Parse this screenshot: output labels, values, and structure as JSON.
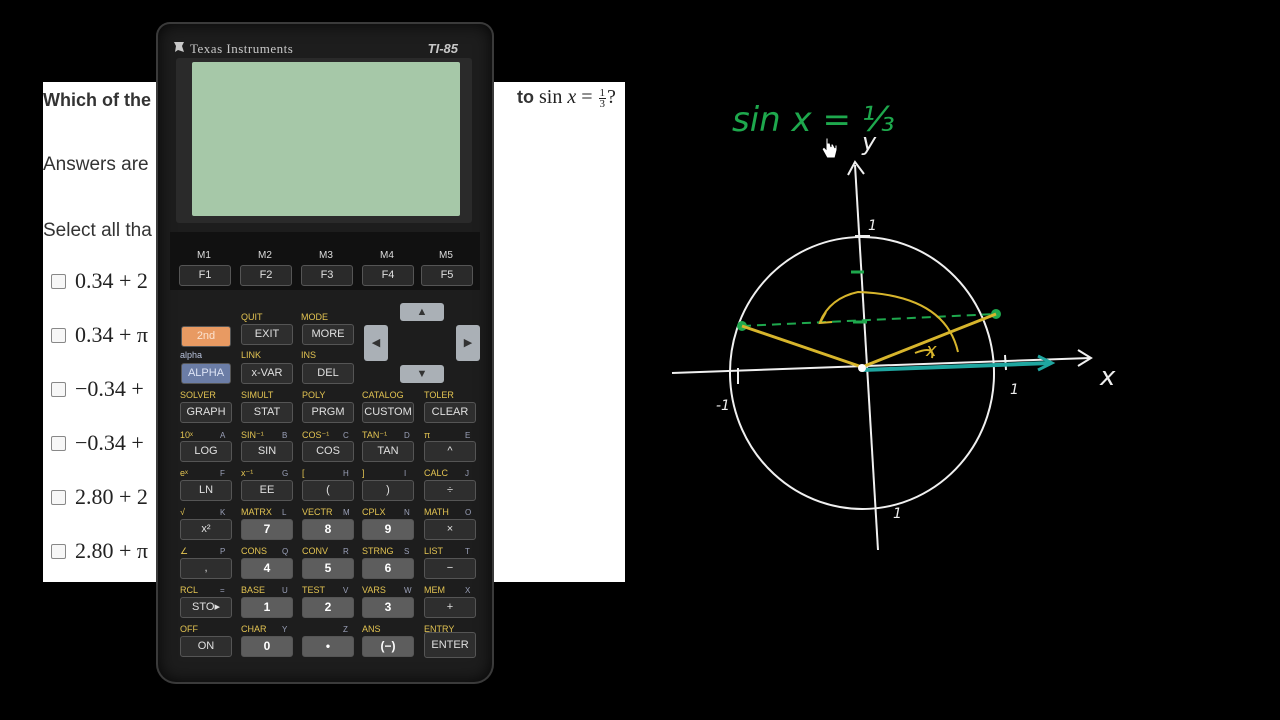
{
  "question": {
    "stem_visible_left": "Which of the",
    "stem_visible_right": "to",
    "equation": {
      "fn": "sin",
      "var": "x",
      "eq": "=",
      "num": "1",
      "den": "3",
      "end": "?"
    },
    "note_answers": "Answers are",
    "note_select": "Select all tha",
    "choices": [
      {
        "value": "0.34 + 2"
      },
      {
        "value": "0.34 + π"
      },
      {
        "value": "−0.34 +"
      },
      {
        "value": "−0.34 +"
      },
      {
        "value": "2.80 + 2"
      },
      {
        "value": "2.80 + π"
      }
    ]
  },
  "calculator": {
    "brand": "Texas Instruments",
    "model": "TI-85",
    "function_keys": [
      {
        "menu": "M1",
        "label": "F1"
      },
      {
        "menu": "M2",
        "label": "F2"
      },
      {
        "menu": "M3",
        "label": "F3"
      },
      {
        "menu": "M4",
        "label": "F4"
      },
      {
        "menu": "M5",
        "label": "F5"
      }
    ],
    "keys": {
      "second": "2nd",
      "exit": "EXIT",
      "more": "MORE",
      "alpha": "ALPHA",
      "xvar": "x-VAR",
      "del": "DEL",
      "graph": "GRAPH",
      "stat": "STAT",
      "prgm": "PRGM",
      "custom": "CUSTOM",
      "clear": "CLEAR",
      "log": "LOG",
      "sin": "SIN",
      "cos": "COS",
      "tan": "TAN",
      "power": "^",
      "ln": "LN",
      "ee": "EE",
      "lparen": "(",
      "rparen": ")",
      "divide": "÷",
      "square": "x²",
      "seven": "7",
      "eight": "8",
      "nine": "9",
      "multiply": "×",
      "comma": ",",
      "four": "4",
      "five": "5",
      "six": "6",
      "minus": "−",
      "sto": "STO▸",
      "one": "1",
      "two": "2",
      "three": "3",
      "plus": "+",
      "on": "ON",
      "zero": "0",
      "point": "•",
      "negate": "(−)",
      "enter": "ENTER"
    },
    "second_labels": {
      "quit": "QUIT",
      "mode": "MODE",
      "link": "LINK",
      "ins": "INS",
      "solver": "SOLVER",
      "simult": "SIMULT",
      "poly": "POLY",
      "catalog": "CATALOG",
      "toler": "TOLER",
      "tenx": "10ˣ",
      "asin": "SIN⁻¹",
      "acos": "COS⁻¹",
      "atan": "TAN⁻¹",
      "pi": "π",
      "ex": "eˣ",
      "xinv": "x⁻¹",
      "lbrack": "[",
      "rbrack": "]",
      "calc": "CALC",
      "sqrt": "√",
      "matrx": "MATRX",
      "vectr": "VECTR",
      "cplx": "CPLX",
      "math": "MATH",
      "angle": "∠",
      "cons": "CONS",
      "conv": "CONV",
      "strng": "STRNG",
      "list": "LIST",
      "rcl": "RCL",
      "base": "BASE",
      "test": "TEST",
      "vars": "VARS",
      "mem": "MEM",
      "off": "OFF",
      "char": "CHAR",
      "ans": "ANS",
      "entry": "ENTRY",
      "alpha_label": "alpha"
    },
    "alpha_letters": [
      "A",
      "B",
      "C",
      "D",
      "E",
      "F",
      "G",
      "H",
      "I",
      "J",
      "K",
      "L",
      "M",
      "N",
      "O",
      "P",
      "Q",
      "R",
      "S",
      "T",
      "U",
      "V",
      "W",
      "X",
      "Y",
      "Z"
    ]
  },
  "whiteboard": {
    "equation_text": "sin x = ⅓",
    "axis_y": "y",
    "axis_x": "x",
    "tick_top": "1",
    "tick_right": "1",
    "tick_left": "-1",
    "tick_bottom": "1",
    "angle_label": "x",
    "colors": {
      "ink": "#f0f0f0",
      "green": "#1ea84d",
      "yellow": "#d7b52c",
      "teal": "#1fa6a0"
    }
  }
}
